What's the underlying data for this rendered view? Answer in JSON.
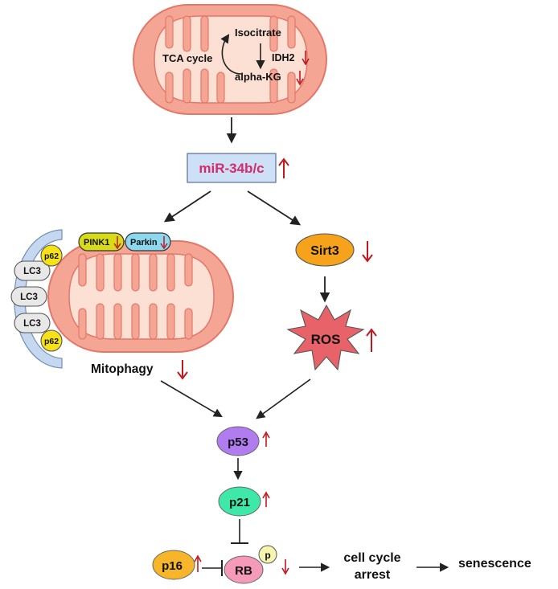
{
  "mito_top": {
    "isocitrate": "Isocitrate",
    "tca_cycle": "TCA cycle",
    "idh2": "IDH2",
    "alpha_kg": "alpha-KG"
  },
  "mir": {
    "label": "miR-34b/c"
  },
  "mitophagy": {
    "pink1": "PINK1",
    "parkin": "Parkin",
    "lc3_1": "LC3",
    "lc3_2": "LC3",
    "lc3_3": "LC3",
    "p62_top": "p62",
    "p62_bottom": "p62",
    "label": "Mitophagy"
  },
  "sirt3": {
    "label": "Sirt3"
  },
  "ros": {
    "label": "ROS"
  },
  "p53": {
    "label": "p53"
  },
  "p21": {
    "label": "p21"
  },
  "p16": {
    "label": "p16"
  },
  "rb": {
    "label": "RB",
    "phospho": "p"
  },
  "outcome": {
    "cell_cycle_1": "cell cycle",
    "cell_cycle_2": "arrest",
    "senescence": "senescence"
  },
  "colors": {
    "mito_outer": "#f4a594",
    "mito_inner": "#fde0d4",
    "up_arrow": "#c0181f",
    "down_arrow": "#c0181f",
    "mir_text": "#d42b6b",
    "mir_box": "#cde0f5",
    "sirt3": "#f7a21b",
    "ros": "#e8626a",
    "p53": "#b07cf0",
    "p21": "#3ee8a8",
    "p16": "#f7b52a",
    "rb": "#f59ab8",
    "pink1": "#d8dc18",
    "parkin": "#8cd8ee",
    "p62": "#f7e21a",
    "lc3": "#e8e8e8",
    "phagophore": "#c6d8f0"
  }
}
